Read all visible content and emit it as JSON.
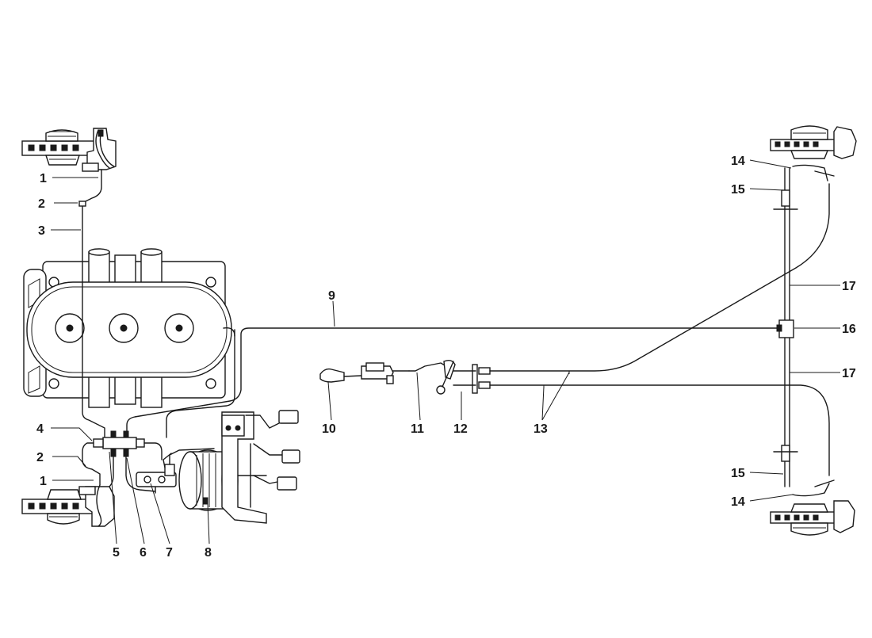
{
  "callouts": {
    "c1_top": "1",
    "c2_top": "2",
    "c3": "3",
    "c4": "4",
    "c2_bot": "2",
    "c1_bot": "1",
    "c5": "5",
    "c6": "6",
    "c7": "7",
    "c8": "8",
    "c9": "9",
    "c10": "10",
    "c11": "11",
    "c12": "12",
    "c13": "13",
    "c14_top": "14",
    "c15_top": "15",
    "c16": "16",
    "c17_top": "17",
    "c17_bot": "17",
    "c15_bot": "15",
    "c14_bot": "14"
  },
  "colors": {
    "ink": "#1a1a1a",
    "paper": "#ffffff"
  }
}
